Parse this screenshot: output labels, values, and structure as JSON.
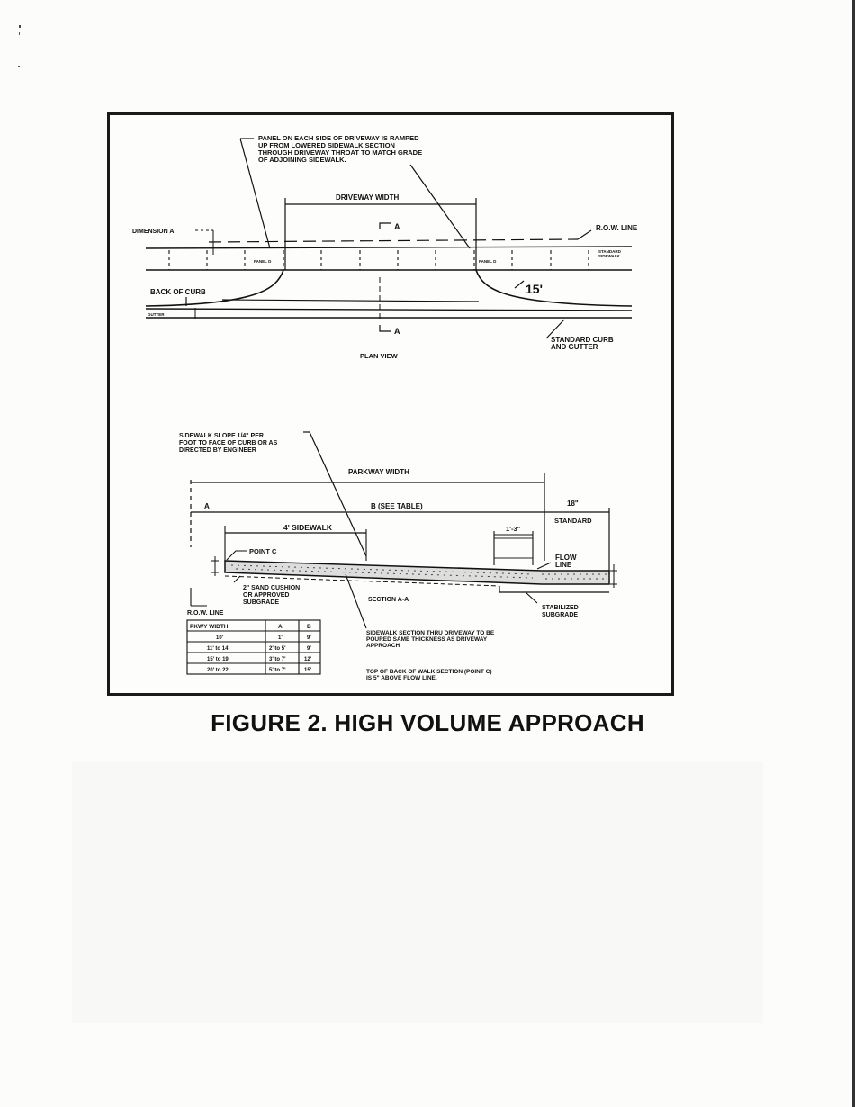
{
  "caption": "FIGURE 2.  HIGH VOLUME APPROACH",
  "plan_view": {
    "title": "PLAN VIEW",
    "panel_note": [
      "PANEL ON EACH SIDE OF DRIVEWAY IS RAMPED",
      "UP FROM LOWERED SIDEWALK SECTION",
      "THROUGH DRIVEWAY THROAT TO MATCH GRADE",
      "OF ADJOINING SIDEWALK."
    ],
    "driveway_width": "DRIVEWAY WIDTH",
    "dimension_a": "DIMENSION A",
    "row_line": "R.O.W. LINE",
    "standard_sidewalk": [
      "STANDARD",
      "SIDEWALK"
    ],
    "panel_d_left": "PANEL D",
    "panel_d_right": "PANEL D",
    "back_of_curb": "BACK OF CURB",
    "gutter": "GUTTER",
    "radius": "15'",
    "section_mark_top": "A",
    "section_mark_bottom": "A",
    "standard_curb": [
      "STANDARD CURB",
      "AND GUTTER"
    ]
  },
  "section_view": {
    "slope_note": [
      "SIDEWALK SLOPE 1/4\" PER",
      "FOOT TO FACE OF CURB OR AS",
      "DIRECTED BY ENGINEER"
    ],
    "parkway_width": "PARKWAY WIDTH",
    "dim_a": "A",
    "dim_b": "B (SEE TABLE)",
    "dim_18": "18\"",
    "standard": "STANDARD",
    "sidewalk_4": "4' SIDEWALK",
    "dim_1_3": "1'-3\"",
    "point_c": "POINT C",
    "flow_line": [
      "FLOW",
      "LINE"
    ],
    "sand_cushion": [
      "2\" SAND CUSHION",
      "OR APPROVED",
      "SUBGRADE"
    ],
    "section_label": "SECTION A-A",
    "stabilized": [
      "STABILIZED",
      "SUBGRADE"
    ],
    "row_line": "R.O.W. LINE",
    "thickness_note": [
      "SIDEWALK SECTION THRU DRIVEWAY TO BE",
      "POURED SAME THICKNESS AS DRIVEWAY",
      "APPROACH"
    ],
    "top_note": [
      "TOP OF BACK OF WALK SECTION (POINT C)",
      "IS 5\" ABOVE FLOW LINE."
    ]
  },
  "dimension_table": {
    "headers": [
      "PKWY WIDTH",
      "A",
      "B"
    ],
    "rows": [
      [
        "10'",
        "1'",
        "9'"
      ],
      [
        "11' to 14'",
        "2' to 5'",
        "9'"
      ],
      [
        "15' to 19'",
        "3' to 7'",
        "12'"
      ],
      [
        "20' to 22'",
        "5' to 7'",
        "15'"
      ]
    ]
  }
}
